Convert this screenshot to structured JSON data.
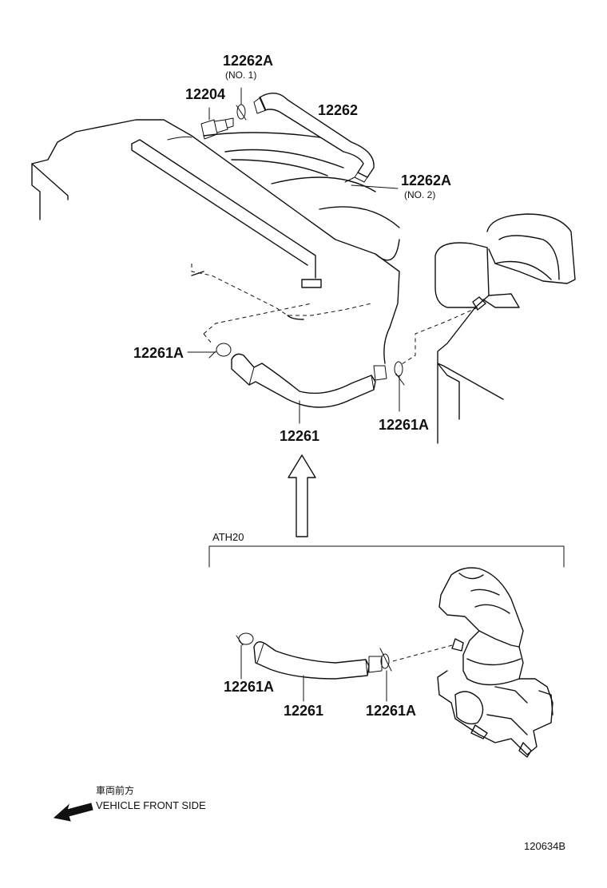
{
  "labels": {
    "upper_12262a_no1": "12262A",
    "upper_12262a_no1_note": "(NO. 1)",
    "upper_12204": "12204",
    "upper_12262": "12262",
    "upper_12262a_no2": "12262A",
    "upper_12262a_no2_note": "(NO. 2)",
    "upper_12261a_left": "12261A",
    "upper_12261": "12261",
    "upper_12261a_right": "12261A",
    "group_ath20": "ATH20",
    "lower_12261a_left": "12261A",
    "lower_12261": "12261",
    "lower_12261a_right": "12261A"
  },
  "direction": {
    "japanese": "車両前方",
    "english": "VEHICLE FRONT SIDE"
  },
  "diagram_code": "120634B",
  "icons": {
    "front_arrow": "arrow-left-down-icon",
    "reference_arrow": "hollow-up-arrow-icon"
  }
}
